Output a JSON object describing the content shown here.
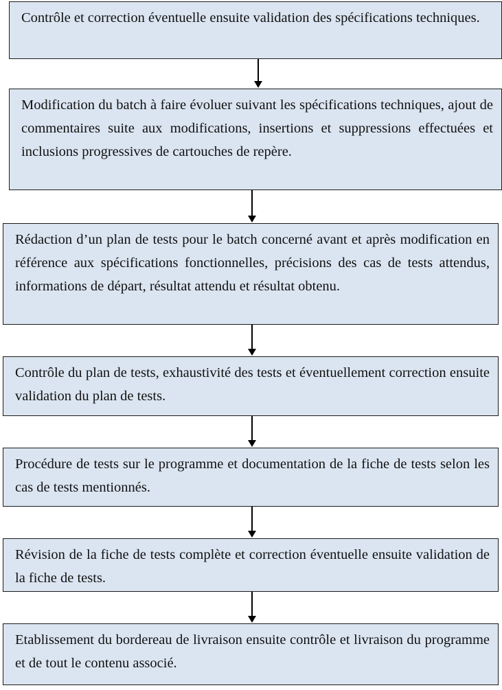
{
  "flowchart": {
    "steps": [
      {
        "text": "Contrôle et correction éventuelle ensuite validation des spécifications techniques."
      },
      {
        "text": "Modification du batch à faire évoluer suivant les spécifications techniques, ajout de commentaires suite aux modifications, insertions et suppressions effectuées et inclusions progressives de cartouches de repère."
      },
      {
        "text": "Rédaction d’un plan de tests pour le batch concerné avant et après modification en référence aux spécifications fonctionnelles, précisions des cas de tests attendus, informations de départ, résultat attendu et résultat obtenu."
      },
      {
        "text": "Contrôle du plan de tests, exhaustivité des tests et éventuellement correction ensuite validation du plan de tests."
      },
      {
        "text": "Procédure de tests sur le programme et documentation de la fiche de tests selon les cas de tests mentionnés."
      },
      {
        "text": "Révision de la fiche de tests complète et correction éventuelle ensuite validation de la fiche de tests."
      },
      {
        "text": "Etablissement du bordereau de livraison ensuite contrôle et livraison du programme et de tout le contenu associé."
      }
    ],
    "colors": {
      "box_fill": "#dbe5f1",
      "border": "#1a1a1a",
      "arrow": "#000000",
      "text": "#111111"
    }
  }
}
